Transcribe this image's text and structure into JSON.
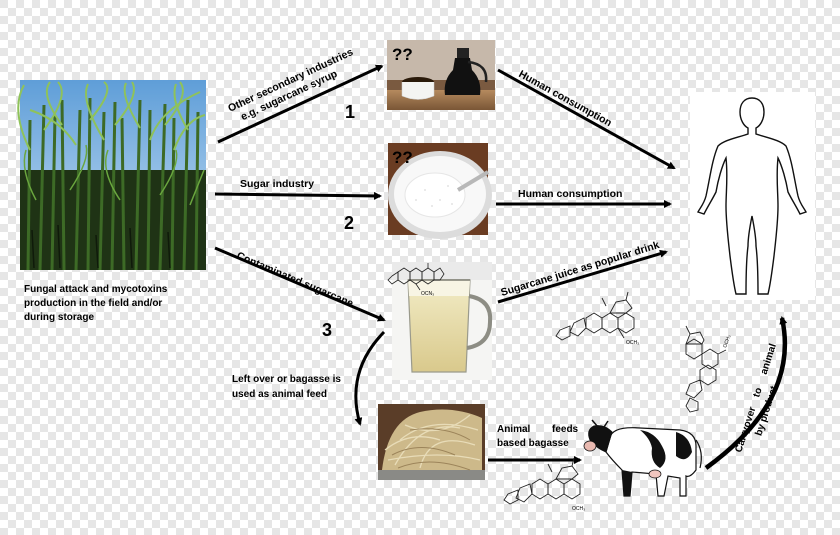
{
  "labels": {
    "other_industries_line1": "Other secondary industries",
    "other_industries_line2": "e.g. sugarcane syrup",
    "sugar_industry": "Sugar industry",
    "contaminated": "Contaminated sugarcane",
    "human_consumption_1": "Human consumption",
    "human_consumption_2": "Human consumption",
    "juice_drink": "Sugarcane juice as popular drink",
    "fungal_line1": "Fungal attack and mycotoxins",
    "fungal_line2": "production in the field and/or",
    "fungal_line3": "during storage",
    "leftover_line1": "Left over or bagasse is",
    "leftover_line2": "used as animal feed",
    "animal_feeds_w1": "Animal",
    "animal_feeds_w2": "feeds",
    "animal_feeds_line2": "based bagasse",
    "carryover_line1_w1": "Carryover",
    "carryover_line1_w2": "to",
    "carryover_line1_w3": "animal",
    "carryover_line2": "by product"
  },
  "numbers": {
    "n1": "1",
    "n2": "2",
    "n3": "3"
  },
  "unknown_marks": {
    "syrup": "??",
    "sugar": "??"
  },
  "chem": {
    "ocn3": "OCN₃",
    "ocn3_b": "OCH₃",
    "ocn3_c": "OCH₃"
  }
}
